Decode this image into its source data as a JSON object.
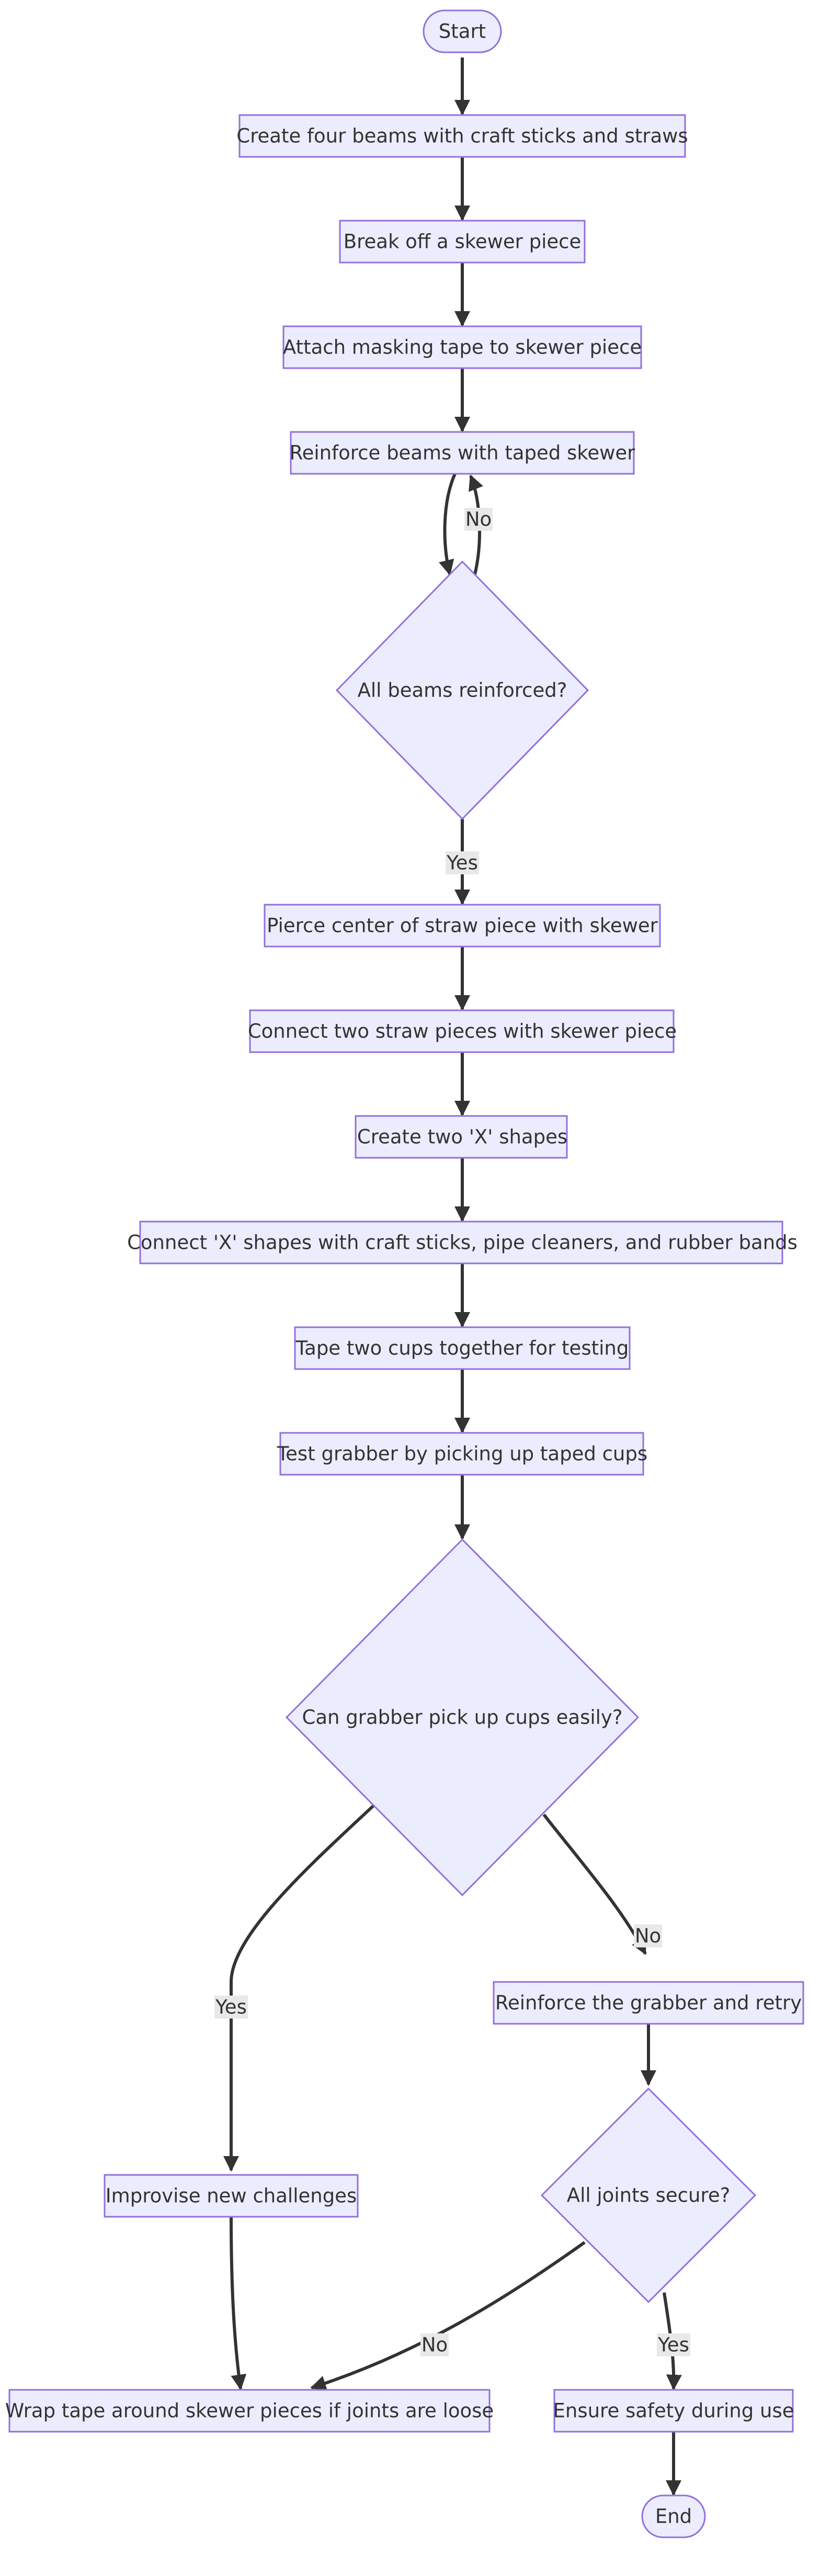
{
  "nodes": {
    "start": "Start",
    "create_beams": "Create four beams with craft sticks and straws",
    "break_skewer": "Break off a skewer piece",
    "attach_tape": "Attach masking tape to skewer piece",
    "reinforce_beams": "Reinforce beams with taped skewer",
    "all_beams_reinforced": "All beams reinforced?",
    "pierce_straw": "Pierce center of straw piece with skewer",
    "connect_straws": "Connect two straw pieces with skewer piece",
    "create_x": "Create two 'X' shapes",
    "connect_x": "Connect 'X' shapes with craft sticks, pipe cleaners, and rubber bands",
    "tape_cups": "Tape two cups together for testing",
    "test_grabber": "Test grabber by picking up taped cups",
    "can_pick_up": "Can grabber pick up cups easily?",
    "improvise": "Improvise new challenges",
    "reinforce_grabber": "Reinforce the grabber and retry",
    "joints_secure": "All joints secure?",
    "wrap_tape": "Wrap tape around skewer pieces if joints are loose",
    "ensure_safety": "Ensure safety during use",
    "end": "End"
  },
  "edge_labels": {
    "beams_no": "No",
    "beams_yes": "Yes",
    "cups_yes": "Yes",
    "cups_no": "No",
    "joints_no": "No",
    "joints_yes": "Yes"
  },
  "colors": {
    "node_fill": "#ECECFF",
    "node_stroke": "#9370DB",
    "edge": "#333333",
    "label_bg": "#e8e8e8"
  }
}
